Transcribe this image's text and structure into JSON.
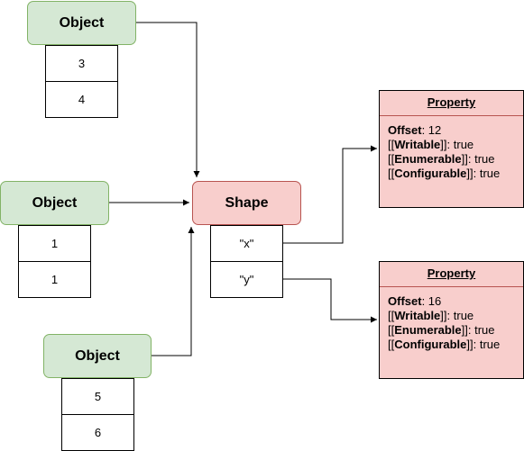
{
  "objects": [
    {
      "label": "Object",
      "values": [
        "3",
        "4"
      ]
    },
    {
      "label": "Object",
      "values": [
        "1",
        "1"
      ]
    },
    {
      "label": "Object",
      "values": [
        "5",
        "6"
      ]
    }
  ],
  "shape": {
    "label": "Shape",
    "keys": [
      "\"x\"",
      "\"y\""
    ]
  },
  "properties": [
    {
      "title": "Property",
      "offset_label": "Offset",
      "offset": "12",
      "writable_label": "Writable",
      "writable": "true",
      "enumerable_label": "Enumerable",
      "enumerable": "true",
      "configurable_label": "Configurable",
      "configurable": "true"
    },
    {
      "title": "Property",
      "offset_label": "Offset",
      "offset": "16",
      "writable_label": "Writable",
      "writable": "true",
      "enumerable_label": "Enumerable",
      "enumerable": "true",
      "configurable_label": "Configurable",
      "configurable": "true"
    }
  ],
  "colors": {
    "object_fill": "#d5e8d4",
    "object_stroke": "#82b366",
    "shape_fill": "#f8cecc",
    "shape_stroke": "#b85450"
  }
}
